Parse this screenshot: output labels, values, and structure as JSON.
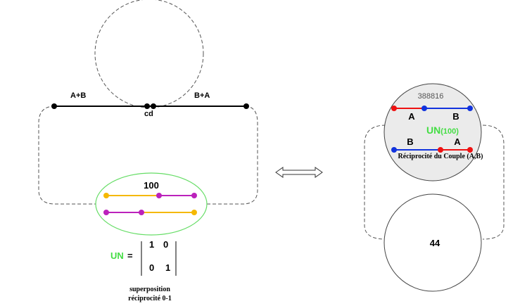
{
  "left": {
    "label_ab": "A+B",
    "label_ba": "B+A",
    "label_cd": "cd",
    "ellipse_value": "100",
    "un_label": "UN",
    "equals": "=",
    "matrix": [
      "1",
      "0",
      "0",
      "1"
    ],
    "caption_line1": "superposition",
    "caption_line2": "réciprocité 0-1"
  },
  "right": {
    "number": "388816",
    "label_a_top": "A",
    "label_b_top": "B",
    "un_label": "UN",
    "un_value": "(100)",
    "label_b_bottom": "B",
    "label_a_bottom": "A",
    "reciprocity": "Réciprocité du Couple (A,B)",
    "bottom_value": "44"
  },
  "colors": {
    "red": "#ee1111",
    "blue": "#1133dd",
    "yellow": "#f5b800",
    "magenta": "#bb22bb",
    "green": "#44dd44",
    "ellipse_border": "#66dd66"
  },
  "icons": [
    "double-arrow-icon"
  ]
}
